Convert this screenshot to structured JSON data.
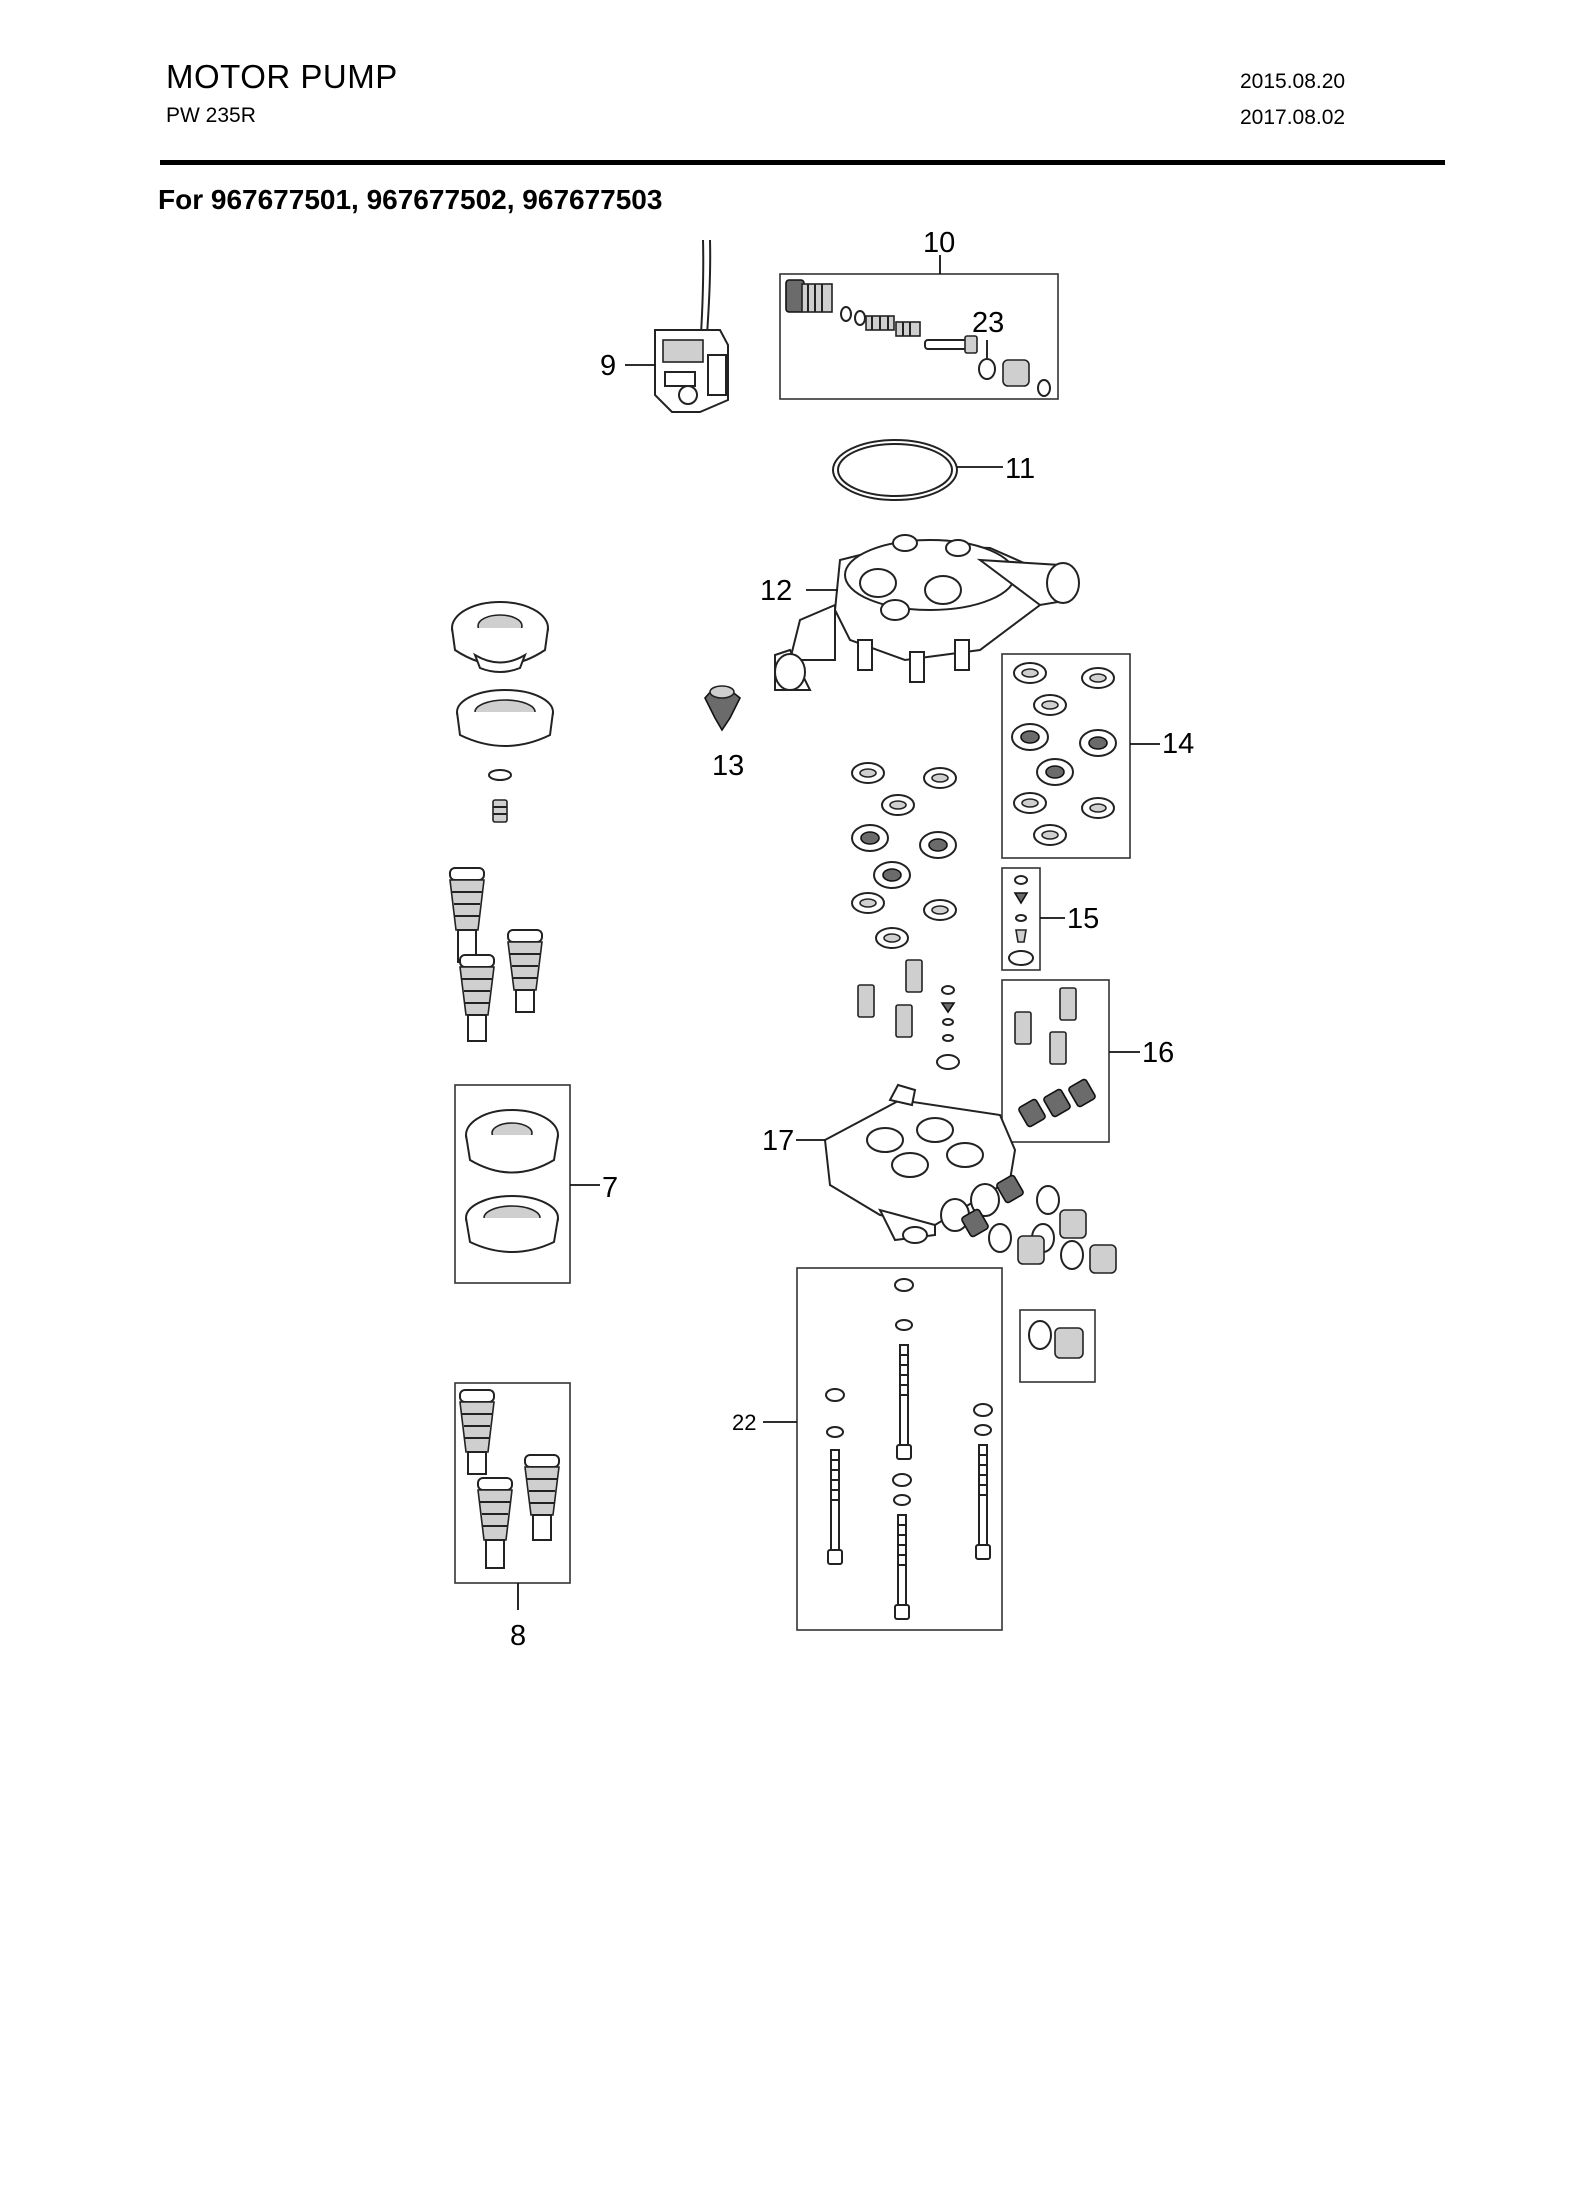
{
  "header": {
    "title": "MOTOR PUMP",
    "model": "PW 235R",
    "date_created": "2015.08.20",
    "date_revised": "2017.08.02"
  },
  "heading": "For 967677501, 967677502, 967677503",
  "callouts": {
    "c7": "7",
    "c8": "8",
    "c9": "9",
    "c10": "10",
    "c11": "11",
    "c12": "12",
    "c13": "13",
    "c14": "14",
    "c15": "15",
    "c16": "16",
    "c17": "17",
    "c22": "22",
    "c23": "23"
  }
}
